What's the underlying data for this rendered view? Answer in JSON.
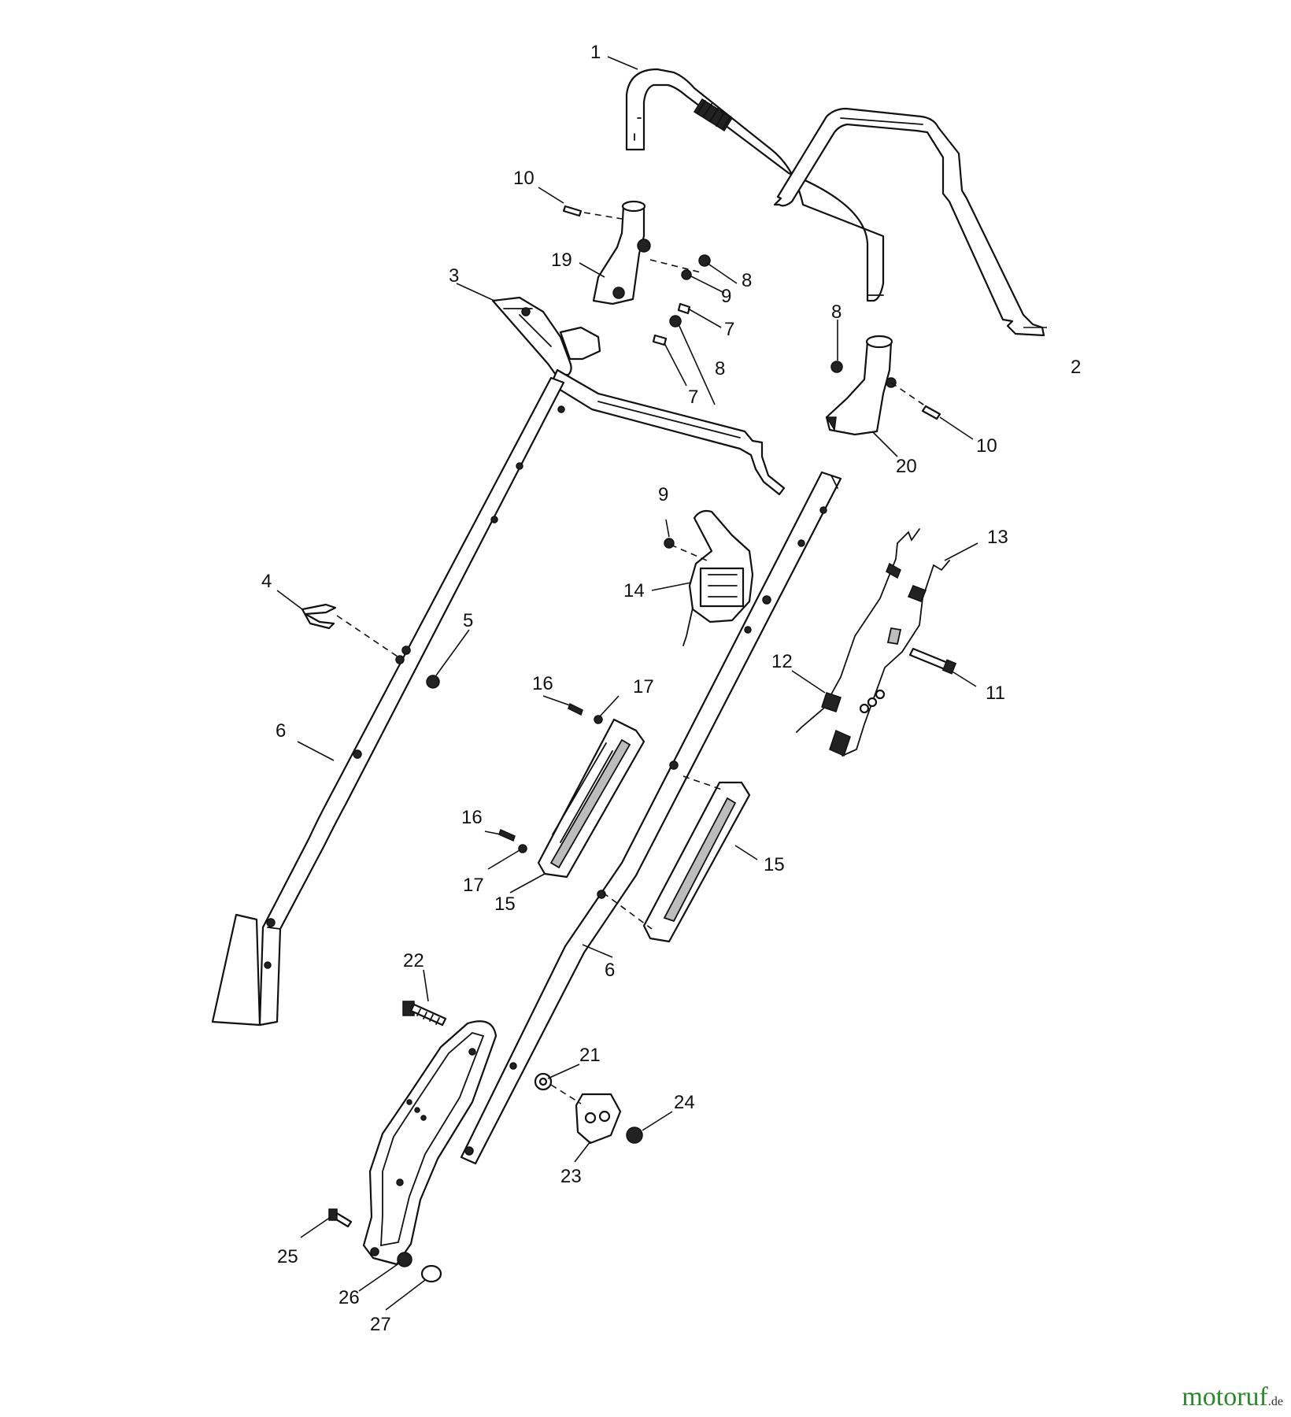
{
  "callouts": [
    {
      "id": "c1",
      "label": "1"
    },
    {
      "id": "c2",
      "label": "2"
    },
    {
      "id": "c3",
      "label": "3"
    },
    {
      "id": "c4",
      "label": "4"
    },
    {
      "id": "c5",
      "label": "5"
    },
    {
      "id": "c6a",
      "label": "6"
    },
    {
      "id": "c6b",
      "label": "6"
    },
    {
      "id": "c7a",
      "label": "7"
    },
    {
      "id": "c7b",
      "label": "7"
    },
    {
      "id": "c8a",
      "label": "8"
    },
    {
      "id": "c8b",
      "label": "8"
    },
    {
      "id": "c8c",
      "label": "8"
    },
    {
      "id": "c9a",
      "label": "9"
    },
    {
      "id": "c9b",
      "label": "9"
    },
    {
      "id": "c10a",
      "label": "10"
    },
    {
      "id": "c10b",
      "label": "10"
    },
    {
      "id": "c11",
      "label": "11"
    },
    {
      "id": "c12",
      "label": "12"
    },
    {
      "id": "c13",
      "label": "13"
    },
    {
      "id": "c14",
      "label": "14"
    },
    {
      "id": "c15a",
      "label": "15"
    },
    {
      "id": "c15b",
      "label": "15"
    },
    {
      "id": "c16a",
      "label": "16"
    },
    {
      "id": "c16b",
      "label": "16"
    },
    {
      "id": "c17a",
      "label": "17"
    },
    {
      "id": "c17b",
      "label": "17"
    },
    {
      "id": "c19",
      "label": "19"
    },
    {
      "id": "c20",
      "label": "20"
    },
    {
      "id": "c21",
      "label": "21"
    },
    {
      "id": "c22",
      "label": "22"
    },
    {
      "id": "c23",
      "label": "23"
    },
    {
      "id": "c24",
      "label": "24"
    },
    {
      "id": "c25",
      "label": "25"
    },
    {
      "id": "c26",
      "label": "26"
    },
    {
      "id": "c27",
      "label": "27"
    }
  ],
  "watermark": {
    "brand": "motoruf",
    "suffix": ".de",
    "brand_color": "#2a8a2a",
    "suffix_color": "#333333"
  }
}
